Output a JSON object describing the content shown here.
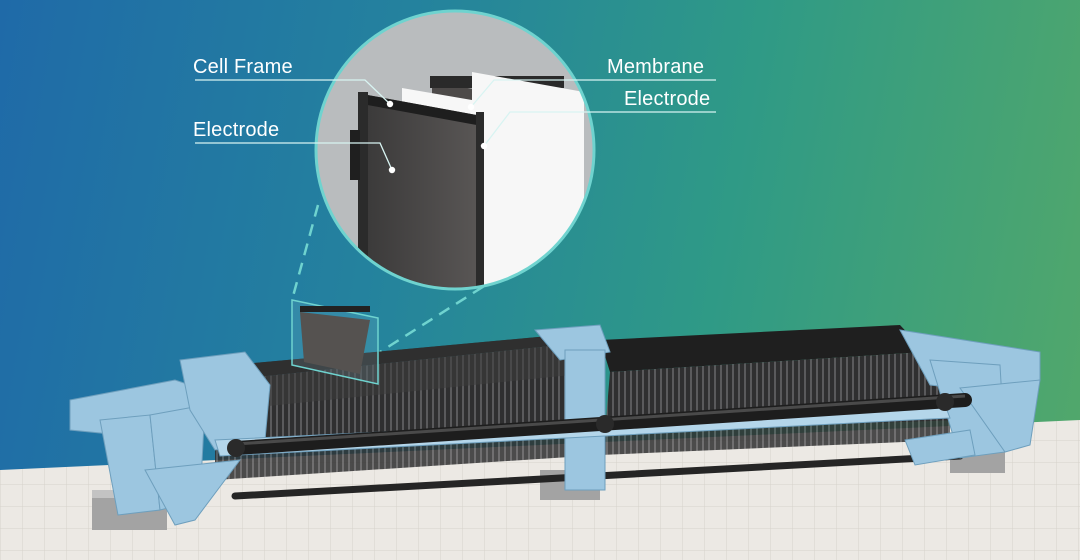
{
  "callouts": {
    "cell_frame": "Cell Frame",
    "electrode_left": "Electrode",
    "membrane": "Membrane",
    "electrode_right": "Electrode"
  },
  "colors": {
    "background_start": "#1f6aa8",
    "background_end": "#53a86a",
    "frame_blue": "#9cc6e0",
    "leader_teal": "#6fd3cf",
    "stack_dark": "#3b3a3a",
    "membrane_white": "#f7f7f7"
  }
}
